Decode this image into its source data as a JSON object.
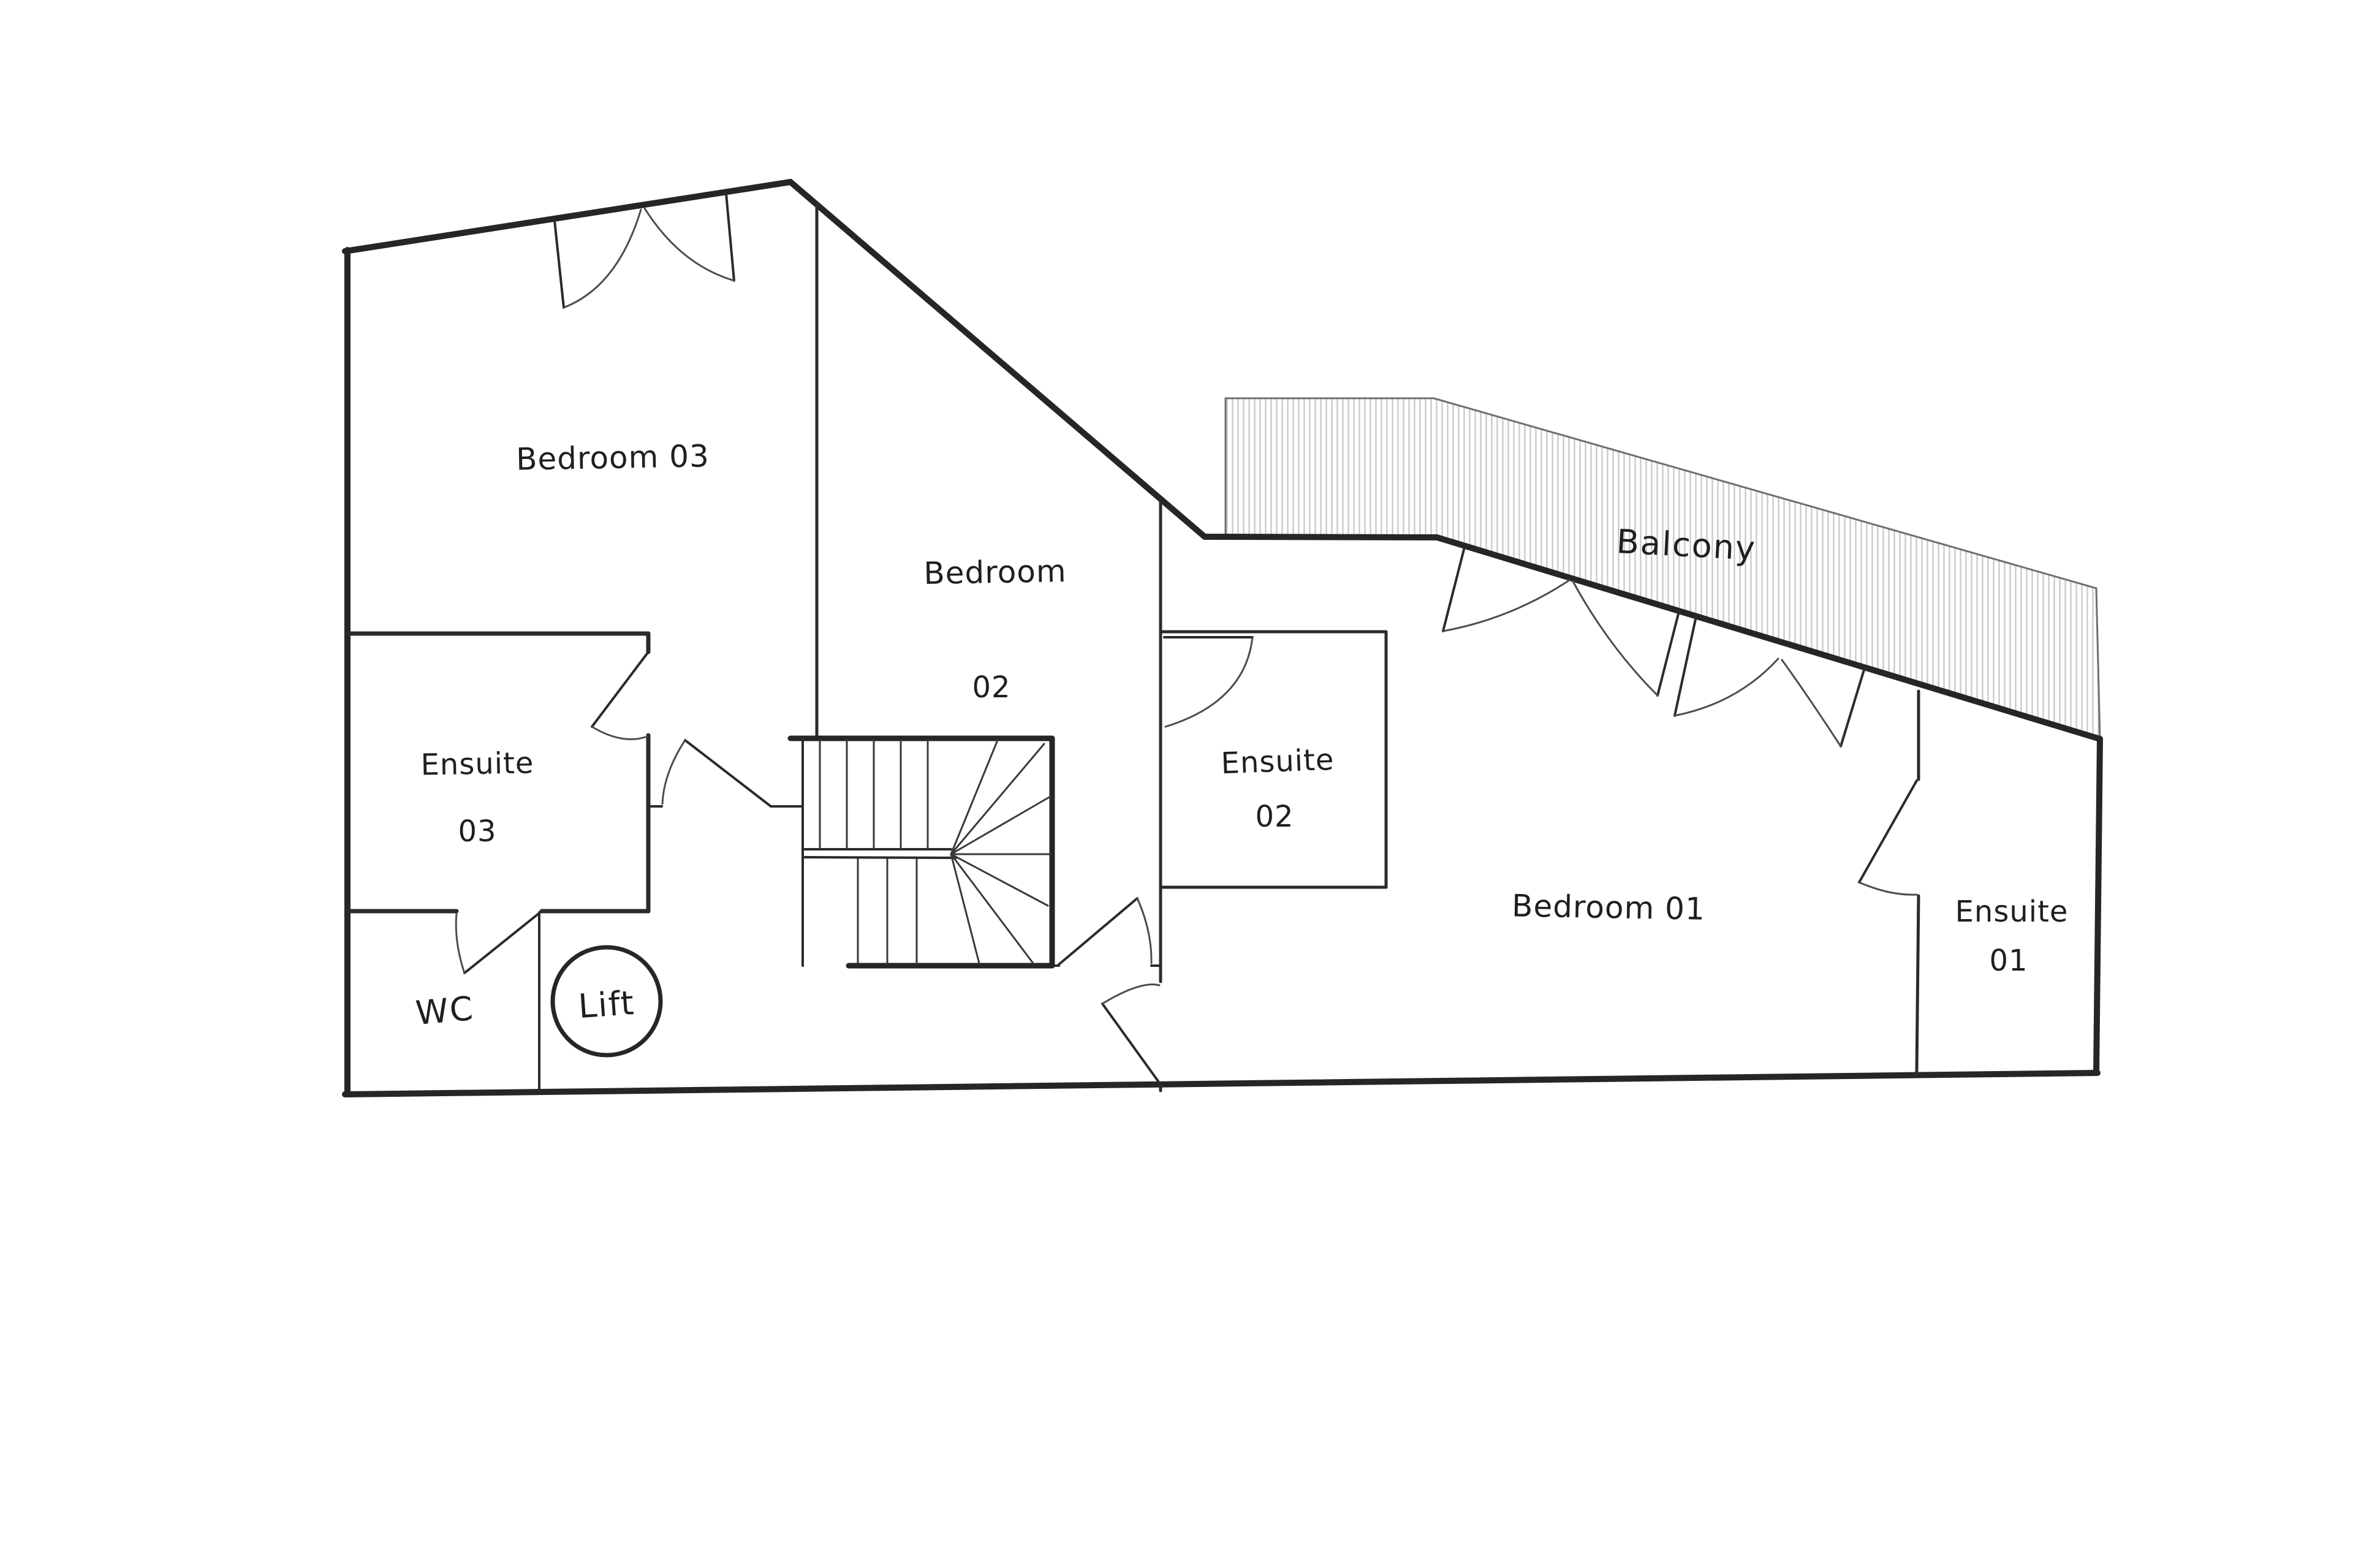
{
  "plan": {
    "type": "floor-plan-sketch",
    "colors": {
      "ink": "#262626",
      "paper": "#ffffff",
      "hatch": "#c6c6c6",
      "door_arc": "#4d4d4d"
    },
    "rooms": {
      "bedroom03": {
        "label": "Bedroom 03"
      },
      "bedroom02": {
        "line1": "Bedroom",
        "line2": "02"
      },
      "ensuite03": {
        "line1": "Ensuite",
        "line2": "03"
      },
      "wc": {
        "label": "WC"
      },
      "lift": {
        "label": "Lift"
      },
      "ensuite02": {
        "line1": "Ensuite",
        "line2": "02"
      },
      "bedroom01": {
        "label": "Bedroom 01"
      },
      "ensuite01": {
        "line1": "Ensuite",
        "line2": "01"
      },
      "balcony": {
        "label": "Balcony"
      }
    }
  }
}
